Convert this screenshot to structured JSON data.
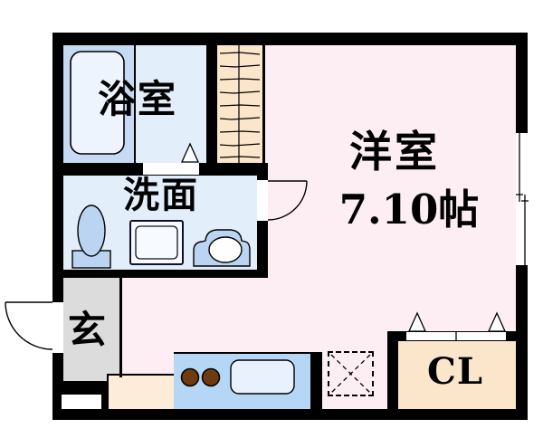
{
  "floorplan": {
    "rooms": {
      "bathroom": {
        "label": "浴室"
      },
      "washroom": {
        "label": "洗面"
      },
      "entrance": {
        "label": "玄"
      },
      "main_room": {
        "label": "洋室",
        "area": "7.10帖"
      },
      "closet": {
        "label": "CL"
      }
    },
    "colors": {
      "wall": "#000000",
      "main_room_floor": "#fdeef4",
      "bathroom_floor": "#e3eefb",
      "bathtub_panel": "#c6daf4",
      "fixture_blue": "#bad4f1",
      "entrance_floor": "#dcdcdc",
      "ladder_area": "#fbe5cb",
      "closet_floor": "#fbe6cc",
      "kitchen_floor": "#fcecd9",
      "kitchen_counter": "#b5d7f5",
      "burner": "#6f3a10"
    },
    "symbols": {
      "ladder": "loft-ladder",
      "fridge_space": "refrigerator-space",
      "window": "sliding-window",
      "entry_door": "outward-swing-door",
      "washroom_door": "swing-door",
      "bathroom_door": "folding-door",
      "closet_door": "folding-door"
    }
  }
}
